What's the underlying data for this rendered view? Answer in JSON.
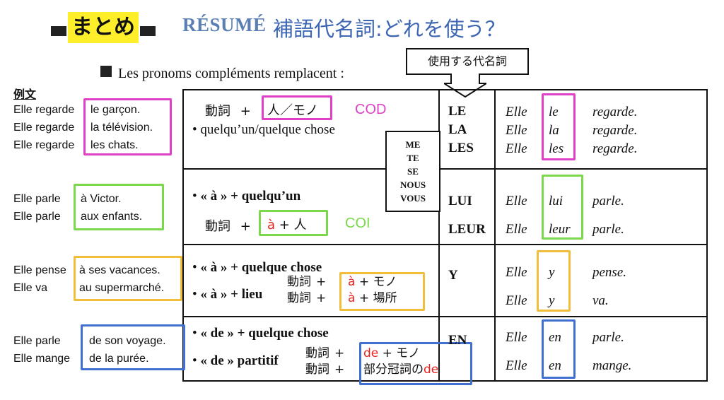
{
  "header": {
    "matome": "まとめ",
    "resume": "RÉSUMÉ",
    "title_jp": "補語代名詞:どれを使う？"
  },
  "callout": "使用する代名詞",
  "intro": "Les pronoms compléments remplacent :",
  "examples_label": "例文",
  "groups": [
    {
      "subjects": [
        "Elle regarde",
        "Elle regarde",
        "Elle regarde"
      ],
      "objects": [
        "le garçon.",
        "la télévision.",
        "les chats."
      ],
      "rule_line1_jp": "動詞",
      "rule_plus": "+",
      "rule_box": "人／モノ",
      "rule_tag": "COD",
      "rule_line2": "quelqu’un/quelque chose",
      "pronouns": [
        "LE",
        "LA",
        "LES"
      ],
      "answers": [
        {
          "subject": "Elle",
          "pronoun": "le",
          "verb": "regarde."
        },
        {
          "subject": "Elle",
          "pronoun": "la",
          "verb": "regarde."
        },
        {
          "subject": "Elle",
          "pronoun": "les",
          "verb": "regarde."
        }
      ]
    },
    {
      "subjects": [
        "Elle parle",
        "Elle parle"
      ],
      "objects": [
        "à Victor.",
        "aux enfants."
      ],
      "rule_line1": "« à » + quelqu’un",
      "rule_line2_jp": "動詞",
      "rule_plus": "+",
      "rule_box_red": "à",
      "rule_box_rest": "+ 人",
      "rule_tag": "COI",
      "pronouns": [
        "LUI",
        "LEUR"
      ],
      "answers": [
        {
          "subject": "Elle",
          "pronoun": "lui",
          "verb": "parle."
        },
        {
          "subject": "Elle",
          "pronoun": "leur",
          "verb": "parle."
        }
      ]
    },
    {
      "subjects": [
        "Elle pense",
        "Elle va"
      ],
      "objects": [
        "à ses vacances.",
        "au supermarché."
      ],
      "rule_line1": "« à » + quelque chose",
      "rule_line2": "« à » + lieu",
      "rule_jp": [
        "動詞",
        "動詞"
      ],
      "rule_plus": "+",
      "rule_box_red": [
        "à",
        "à"
      ],
      "rule_box_rest": [
        "+ モノ",
        "+ 場所"
      ],
      "pronouns": [
        "Y"
      ],
      "answers": [
        {
          "subject": "Elle",
          "pronoun": "y",
          "verb": "pense."
        },
        {
          "subject": "Elle",
          "pronoun": "y",
          "verb": "va."
        }
      ]
    },
    {
      "subjects": [
        "Elle parle",
        "Elle mange"
      ],
      "objects": [
        "de son voyage.",
        "de la purée."
      ],
      "rule_line1": "« de » + quelque chose",
      "rule_line2": "« de » partitif",
      "rule_jp": [
        "動詞",
        "動詞"
      ],
      "rule_plus": "+",
      "rule_box_l1_red": "de",
      "rule_box_l1_rest": "+ モノ",
      "rule_box_l2_rest": "部分冠詞の",
      "rule_box_l2_red": "de",
      "pronouns": [
        "EN"
      ],
      "answers": [
        {
          "subject": "Elle",
          "pronoun": "en",
          "verb": "parle."
        },
        {
          "subject": "Elle",
          "pronoun": "en",
          "verb": "mange."
        }
      ]
    }
  ],
  "reflexive_note": [
    "ME",
    "TE",
    "SE",
    "NOUS",
    "VOUS"
  ],
  "colors": {
    "pink": "#e040c8",
    "green": "#7ad84a",
    "orange": "#f0be3a",
    "blue": "#3f6fcf",
    "red": "#e8221e",
    "highlight": "#ffef2b",
    "title_blue": "#3d66b3"
  }
}
